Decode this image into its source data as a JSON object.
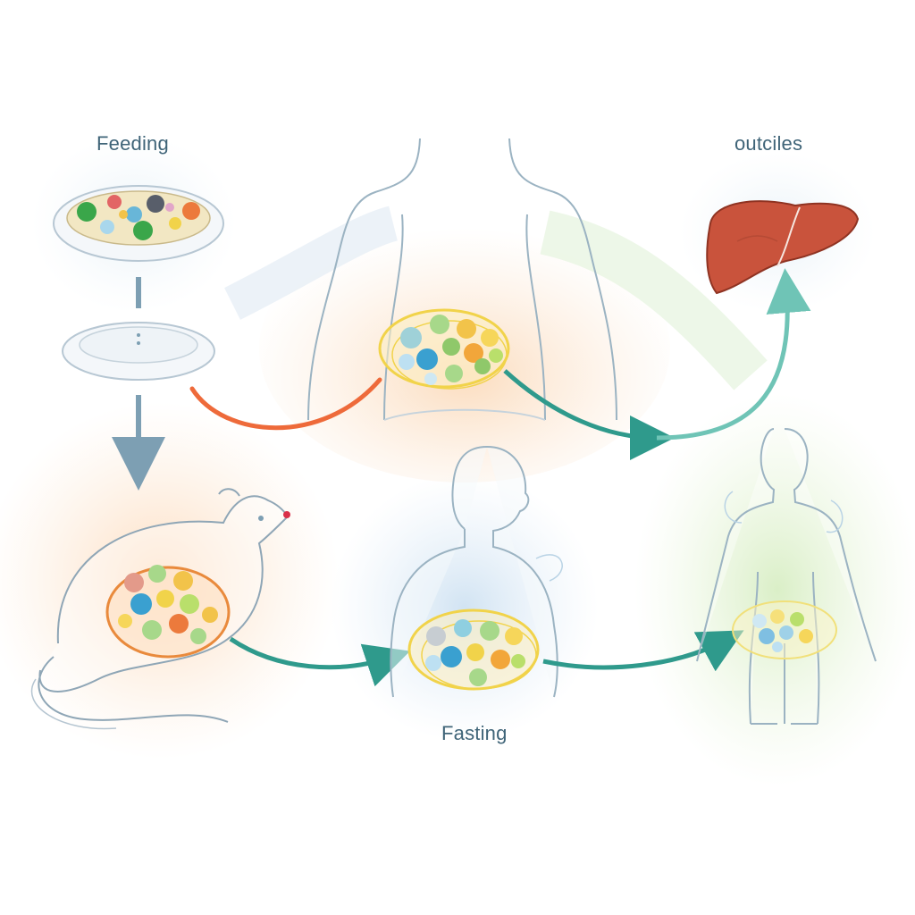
{
  "labels": {
    "feeding": "Feeding",
    "outcomes": "outciles",
    "fasting": "Fasting"
  },
  "colors": {
    "label_text": "#3f6478",
    "outline": "#9bb3c2",
    "teal_arrow": "#2f9a8c",
    "orange_arrow": "#ee6a3a",
    "steel_arrow": "#7d9fb3",
    "liver": "#c9533c",
    "fat_ring_yellow": "#f1d34a",
    "fat_ring_orange": "#e98a3c",
    "bg_orange": "#fde5cf",
    "bg_blue": "#d9e8f4",
    "bg_green": "#e2f1d2"
  },
  "icons": [
    "food-plate-icon",
    "empty-plate-icon",
    "human-torso-icon",
    "mouse-icon",
    "human-bust-icon",
    "human-figure-icon",
    "liver-icon"
  ]
}
